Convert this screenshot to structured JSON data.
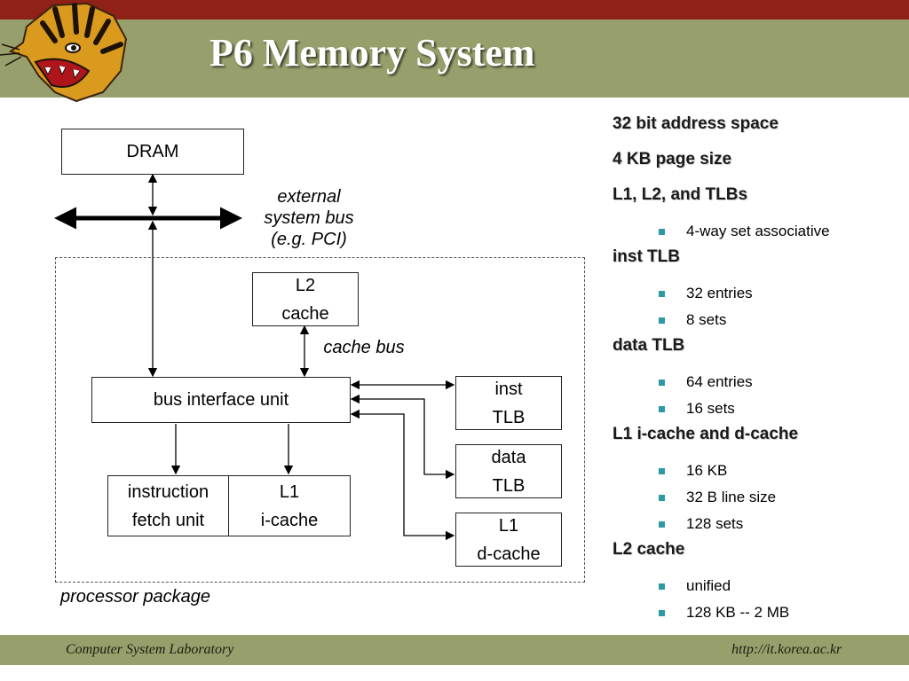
{
  "slide": {
    "title": "P6 Memory System",
    "footer_left": "Computer System Laboratory",
    "footer_right": "http://it.korea.ac.kr",
    "logo_icon": "tiger-head-icon",
    "colors": {
      "top_strip": "#8f2116",
      "title_band": "#97a06c",
      "bullet": "#2c9aa5"
    }
  },
  "diagram": {
    "dram": "DRAM",
    "external_bus": [
      "external",
      "system bus",
      "(e.g. PCI)"
    ],
    "l2": [
      "L2",
      "cache"
    ],
    "cache_bus": "cache bus",
    "biu": "bus interface unit",
    "inst_tlb": [
      "inst",
      "TLB"
    ],
    "data_tlb": [
      "data",
      "TLB"
    ],
    "l1_dcache": [
      "L1",
      "d-cache"
    ],
    "ifu": [
      "instruction",
      "fetch unit"
    ],
    "l1_icache": [
      "L1",
      "i-cache"
    ],
    "processor_package": "processor package"
  },
  "specs": [
    {
      "heading": "32 bit address space",
      "bullets": []
    },
    {
      "heading": "4 KB page size",
      "bullets": []
    },
    {
      "heading": "L1, L2, and TLBs",
      "bullets": [
        "4-way set associative"
      ]
    },
    {
      "heading": "inst TLB",
      "bullets": [
        "32 entries",
        "8 sets"
      ]
    },
    {
      "heading": "data TLB",
      "bullets": [
        "64 entries",
        "16 sets"
      ]
    },
    {
      "heading": "L1 i-cache and d-cache",
      "bullets": [
        "16 KB",
        "32 B line size",
        "128 sets"
      ]
    },
    {
      "heading": "L2  cache",
      "bullets": [
        "unified",
        "128 KB -- 2 MB"
      ]
    }
  ]
}
